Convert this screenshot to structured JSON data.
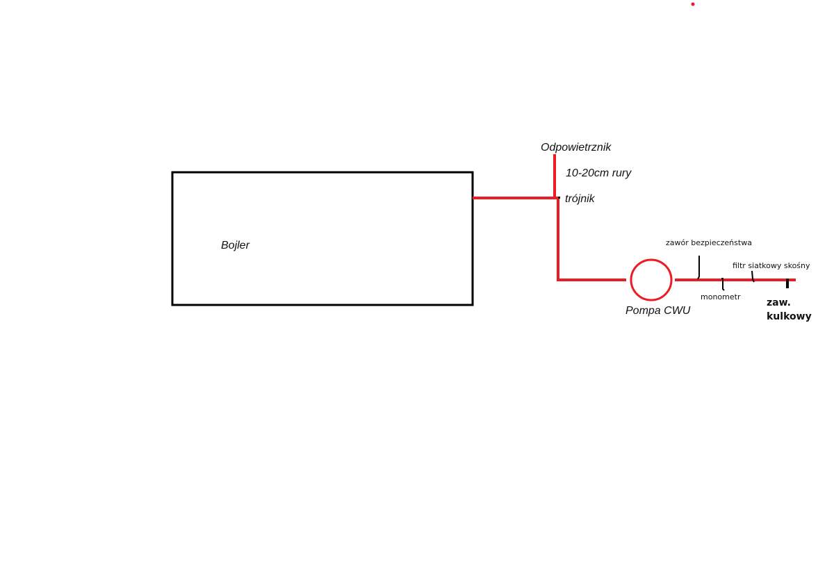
{
  "colors": {
    "pipe": "#ed1c24",
    "outline": "#000000"
  },
  "labels": {
    "boiler": "Bojler",
    "air_vent": "Odpowietrznik",
    "pipe_length": "10-20cm rury",
    "tee": "trójnik",
    "pump": "Pompa CWU",
    "safety_valve": "zawór bezpieczeństwa",
    "filter": "filtr siatkowy skośny",
    "manometer": "monometr",
    "ball_valve_line1": "zaw.",
    "ball_valve_line2": "kulkowy"
  }
}
